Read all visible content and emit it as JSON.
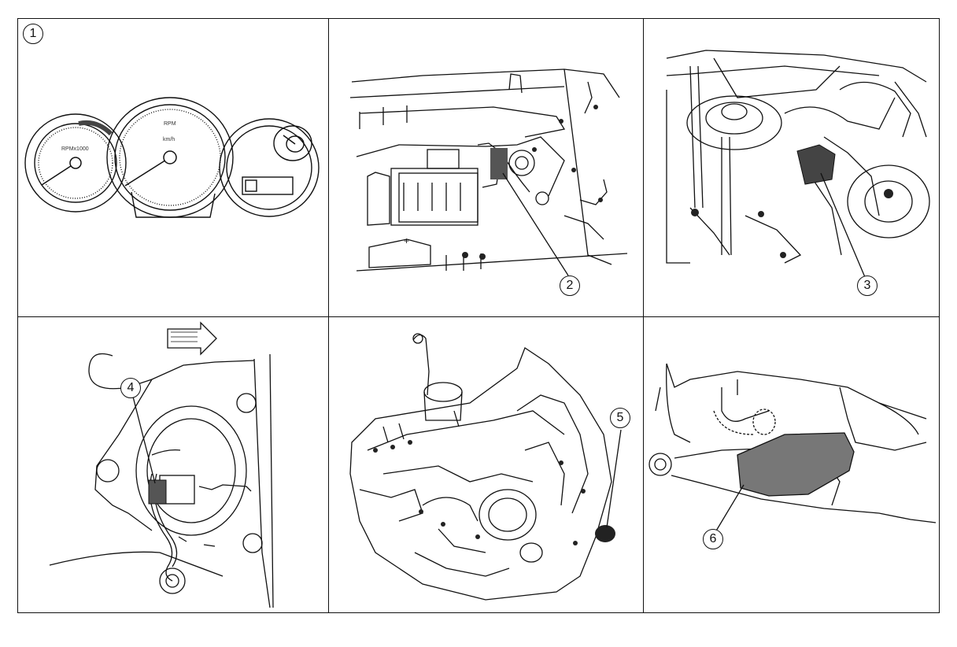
{
  "callouts": [
    "1",
    "2",
    "3",
    "4",
    "5",
    "6"
  ],
  "cluster": {
    "tach_label": "RPMx1000",
    "speedo_top": "RPM",
    "speedo_unit": "km/h"
  },
  "battery_sign": "+"
}
